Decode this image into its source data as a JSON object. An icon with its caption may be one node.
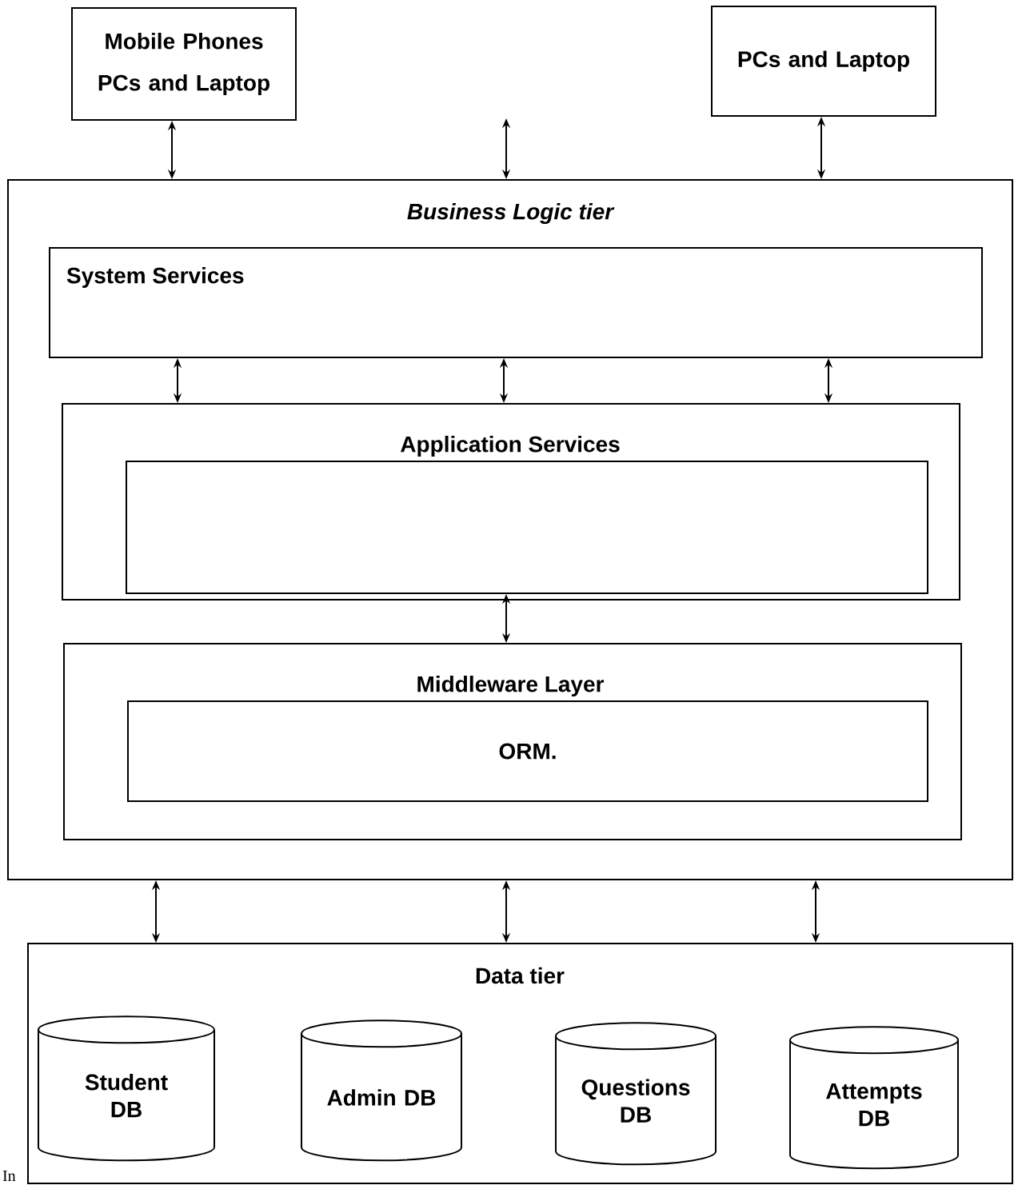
{
  "diagram": {
    "nodes": [
      {
        "text": [
          "Mobile Phones",
          "PCs and Laptop"
        ]
      },
      {
        "text": [
          "PCs and Laptop"
        ]
      },
      {
        "text": [
          "Business Logic tier"
        ]
      },
      {
        "text": [
          "System Services"
        ],
        "in": 2
      },
      {
        "text": [
          "Application Services"
        ],
        "in": 2
      },
      {
        "text": [],
        "shape": "box",
        "in": 4
      },
      {
        "text": [
          "Middleware Layer"
        ],
        "in": 2
      },
      {
        "text": [
          "ORM."
        ],
        "in": 6
      },
      {
        "text": [
          "Data tier"
        ]
      },
      {
        "text": [
          "Student DB"
        ],
        "in": 8
      },
      {
        "text": [
          "Admin DB"
        ],
        "in": 8
      },
      {
        "text": [
          "Questions DB"
        ],
        "in": 8
      },
      {
        "text": [
          "Attempts DB"
        ],
        "in": 8
      }
    ],
    "edges": [
      {
        "from": 0,
        "to": 2,
        "arrow": "both"
      },
      {
        "from": null,
        "to": 2,
        "arrow": "both"
      },
      {
        "from": 1,
        "to": 2,
        "arrow": "both"
      },
      {
        "from": 3,
        "to": 4,
        "arrow": "both"
      },
      {
        "from": 3,
        "to": 4,
        "arrow": "both"
      },
      {
        "from": 3,
        "to": 4,
        "arrow": "both"
      },
      {
        "from": 5,
        "to": 6,
        "arrow": "both"
      },
      {
        "from": 2,
        "to": 8,
        "arrow": "both"
      },
      {
        "from": 2,
        "to": 8,
        "arrow": "both"
      },
      {
        "from": 2,
        "to": 8,
        "arrow": "both"
      }
    ],
    "labels": [
      "In"
    ]
  }
}
